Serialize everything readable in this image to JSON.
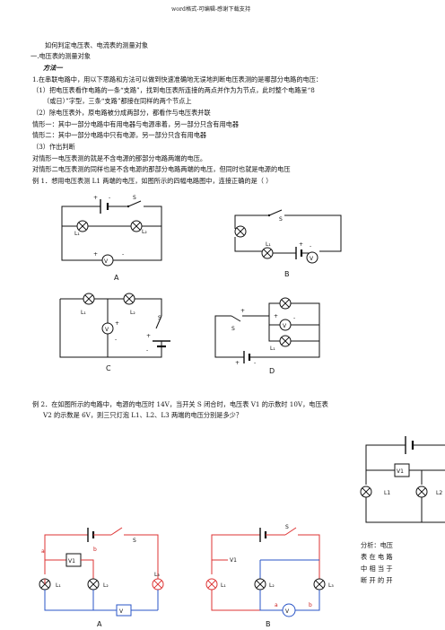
{
  "header": "word格式-可编辑-感谢下载支持",
  "lines": [
    "如何判定电压表、电流表的测量对象",
    "一.电压表的测量对象",
    "方法一",
    "1.在串联电路中，用以下思路和方法可以做到快速准确地无误地判断电压表测的是哪部分电路的电压：",
    "（1）把电压表看作电路的一条“支路”，找到电压表所连接的两点并作为为节点，此时整个电路呈“8",
    "（或日）”字型，三条“支路”都接在同样的两个节点上",
    "（2）除电压表外，原电路被分成两部分，都看作与电压表并联",
    "情形一：其中一部分电路中有用电器与电源串着，另一部分只含有用电器",
    "情形二：其中一部分电路中只有电源，另一部分只含有用电器",
    "（3）作出判断",
    "对情形一电压表测的就是不含电源的那部分电路两端的电压。",
    "对情形二电压表测的同样也是不含电源的那部分电路两端的电压，但同时也就是电源的电压",
    "例 1．想用电压表测 L1 两端的电压，如图所示的四幅电路图中，连接正确的是（ ）"
  ],
  "example2": [
    "例 2．在如图所示的电路中，电源的电压时 14V，当开关 S 闭合时，电压表 V1 的示数时 10V，电压表",
    "V2 的示数是 6V，则三只灯泡 L1、L2、L3 两端的电压分别是多少？"
  ],
  "analysis": [
    "分析：电压",
    "表 在 电 路",
    "中 相 当 于",
    "断 开 的 开"
  ],
  "circuit_labels": {
    "A": "A",
    "B": "B",
    "C": "C",
    "D": "D",
    "S": "S",
    "L1": "L₁",
    "L2": "L₂",
    "L3": "L₃",
    "V": "V",
    "V1": "V1",
    "L1p": "L1",
    "L2p": "L2",
    "L3p": "L3",
    "plus": "+",
    "minus": "-",
    "a": "a",
    "b": "b"
  },
  "colors": {
    "red": "#d33",
    "blue": "#2a55c7"
  }
}
